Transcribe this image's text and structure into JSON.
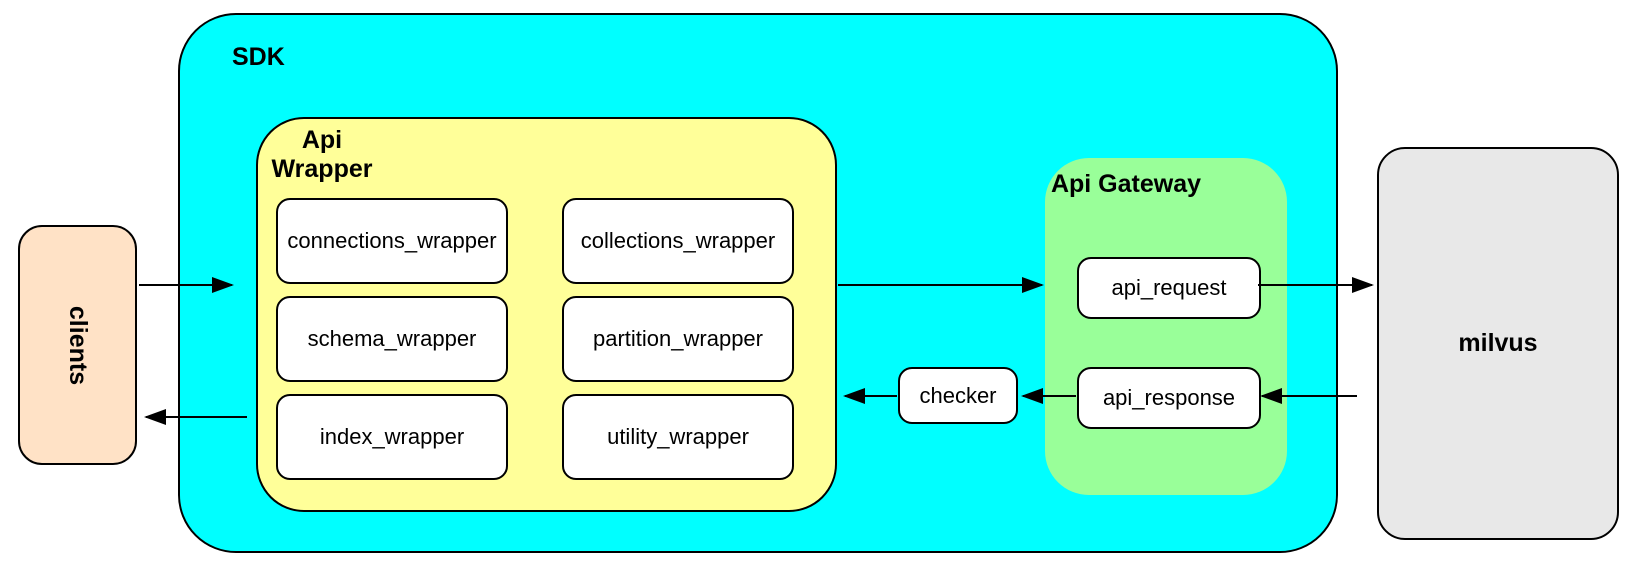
{
  "colors": {
    "sdk_fill": "#00ffff",
    "wrapper_fill": "#ffff99",
    "gateway_fill": "#99ff99",
    "clients_fill": "#ffe2c6",
    "milvus_fill": "#e8e8e8",
    "node_fill": "#ffffff",
    "border": "#000000"
  },
  "nodes": {
    "clients": {
      "label": "clients"
    },
    "sdk": {
      "label": "SDK"
    },
    "api_wrapper": {
      "label": "Api Wrapper",
      "children": [
        "connections_wrapper",
        "collections_wrapper",
        "schema_wrapper",
        "partition_wrapper",
        "index_wrapper",
        "utility_wrapper"
      ]
    },
    "checker": {
      "label": "checker"
    },
    "api_gateway": {
      "label": "Api Gateway",
      "children": [
        "api_request",
        "api_response"
      ]
    },
    "milvus": {
      "label": "milvus"
    }
  },
  "edges": [
    {
      "from": "clients",
      "to": "sdk"
    },
    {
      "from": "api_wrapper",
      "to": "api_request"
    },
    {
      "from": "api_request",
      "to": "milvus"
    },
    {
      "from": "milvus",
      "to": "api_response"
    },
    {
      "from": "api_response",
      "to": "checker"
    },
    {
      "from": "checker",
      "to": "api_wrapper"
    },
    {
      "from": "sdk",
      "to": "clients"
    }
  ]
}
